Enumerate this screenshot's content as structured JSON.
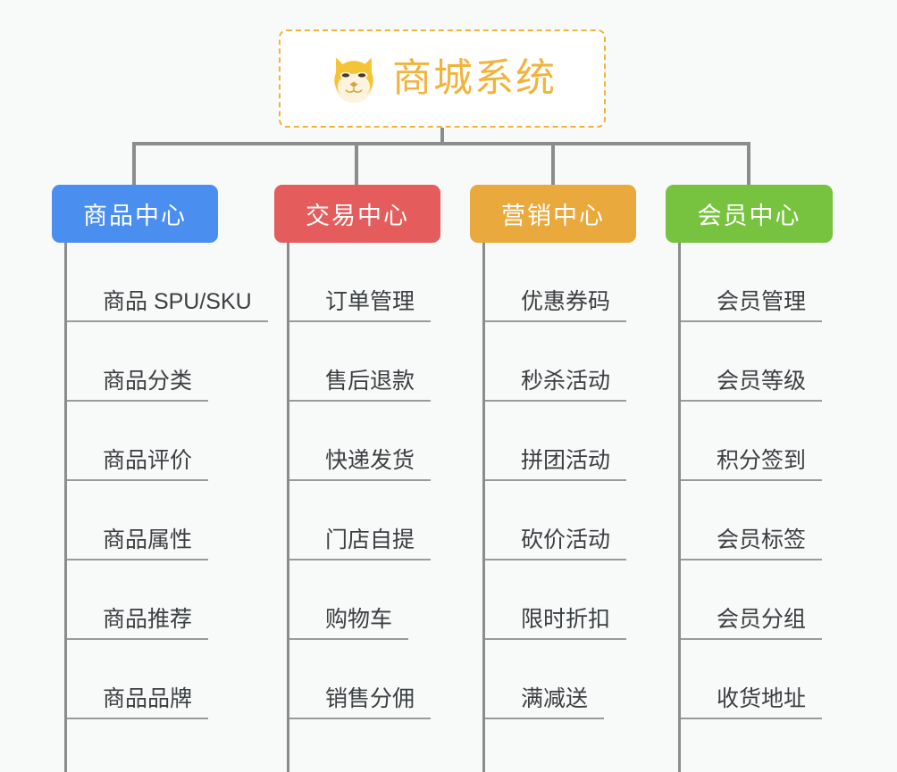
{
  "page": {
    "background_color": "#f8f9f9",
    "connector_color": "#8c8c8c",
    "leaf_underline_color": "#9a9a9a",
    "leaf_text_color": "#3c3f41"
  },
  "root": {
    "title": "商城系统",
    "icon": "dog-face-icon",
    "border_color": "#f2b33d",
    "text_color": "#f2b33d",
    "background_color": "#ffffff"
  },
  "branches": [
    {
      "id": "product-center",
      "label": "商品中心",
      "color": "#4a8ef0",
      "items": [
        "商品 SPU/SKU",
        "商品分类",
        "商品评价",
        "商品属性",
        "商品推荐",
        "商品品牌"
      ]
    },
    {
      "id": "trade-center",
      "label": "交易中心",
      "color": "#e55c5c",
      "items": [
        "订单管理",
        "售后退款",
        "快递发货",
        "门店自提",
        "购物车",
        "销售分佣"
      ]
    },
    {
      "id": "marketing-center",
      "label": "营销中心",
      "color": "#eaa93c",
      "items": [
        "优惠券码",
        "秒杀活动",
        "拼团活动",
        "砍价活动",
        "限时折扣",
        "满减送"
      ]
    },
    {
      "id": "member-center",
      "label": "会员中心",
      "color": "#77c340",
      "items": [
        "会员管理",
        "会员等级",
        "积分签到",
        "会员标签",
        "会员分组",
        "收货地址"
      ]
    }
  ]
}
